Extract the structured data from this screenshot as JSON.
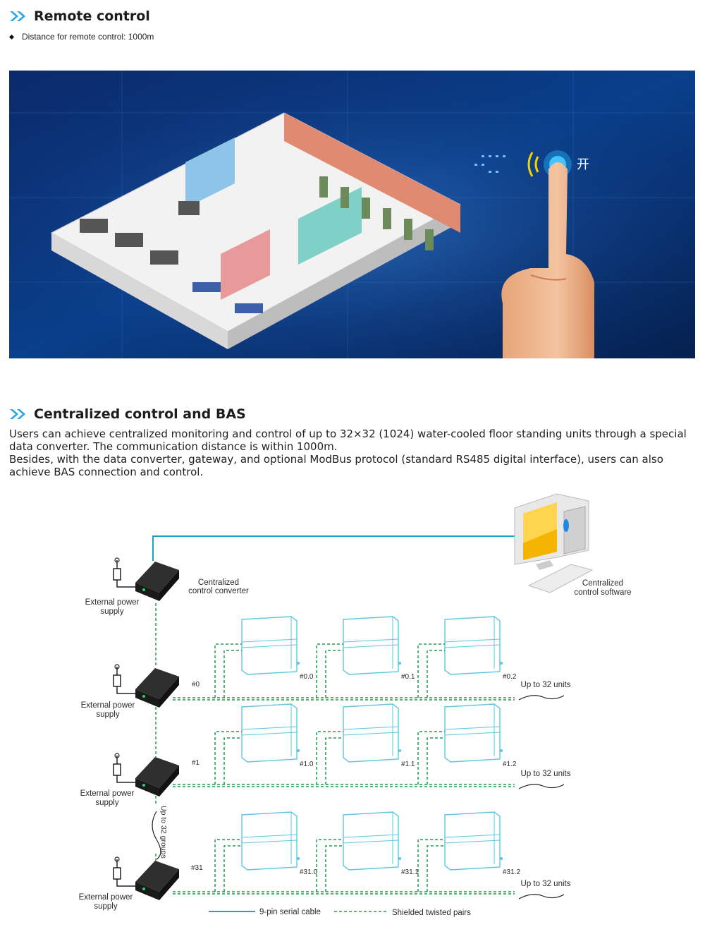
{
  "section1": {
    "title": "Remote control",
    "bullet": "Distance for remote control: 1000m",
    "overlay_char": "开"
  },
  "section2": {
    "title": "Centralized control and BAS",
    "paragraph1": "Users can achieve centralized monitoring and control of up to 32×32 (1024) water-cooled floor standing units through a special data converter. The communication distance is within 1000m.",
    "paragraph2": "Besides, with the data converter, gateway, and optional ModBus protocol (standard RS485 digital interface), users can also achieve BAS connection and control."
  },
  "diagram": {
    "converter_label": [
      "Centralized",
      "control converter"
    ],
    "software_label": [
      "Centralized",
      "control software"
    ],
    "power_label": [
      "External power",
      "supply"
    ],
    "groups": [
      {
        "id": "#0",
        "units": [
          "#0.0",
          "#0.1",
          "#0.2"
        ],
        "note": "Up to 32 units"
      },
      {
        "id": "#1",
        "units": [
          "#1.0",
          "#1.1",
          "#1.2"
        ],
        "note": "Up to 32 units"
      },
      {
        "id": "#31",
        "units": [
          "#31.0",
          "#31.1",
          "#31.2"
        ],
        "note": "Up to 32 units"
      }
    ],
    "groups_note": "Up to 32 groups",
    "legend": {
      "serial": "9-pin serial cable",
      "twisted": "Shielded twisted pairs"
    },
    "colors": {
      "serial": "#1aa3c9",
      "twisted": "#1e9e4a",
      "unit": "#5bc6e0"
    }
  }
}
